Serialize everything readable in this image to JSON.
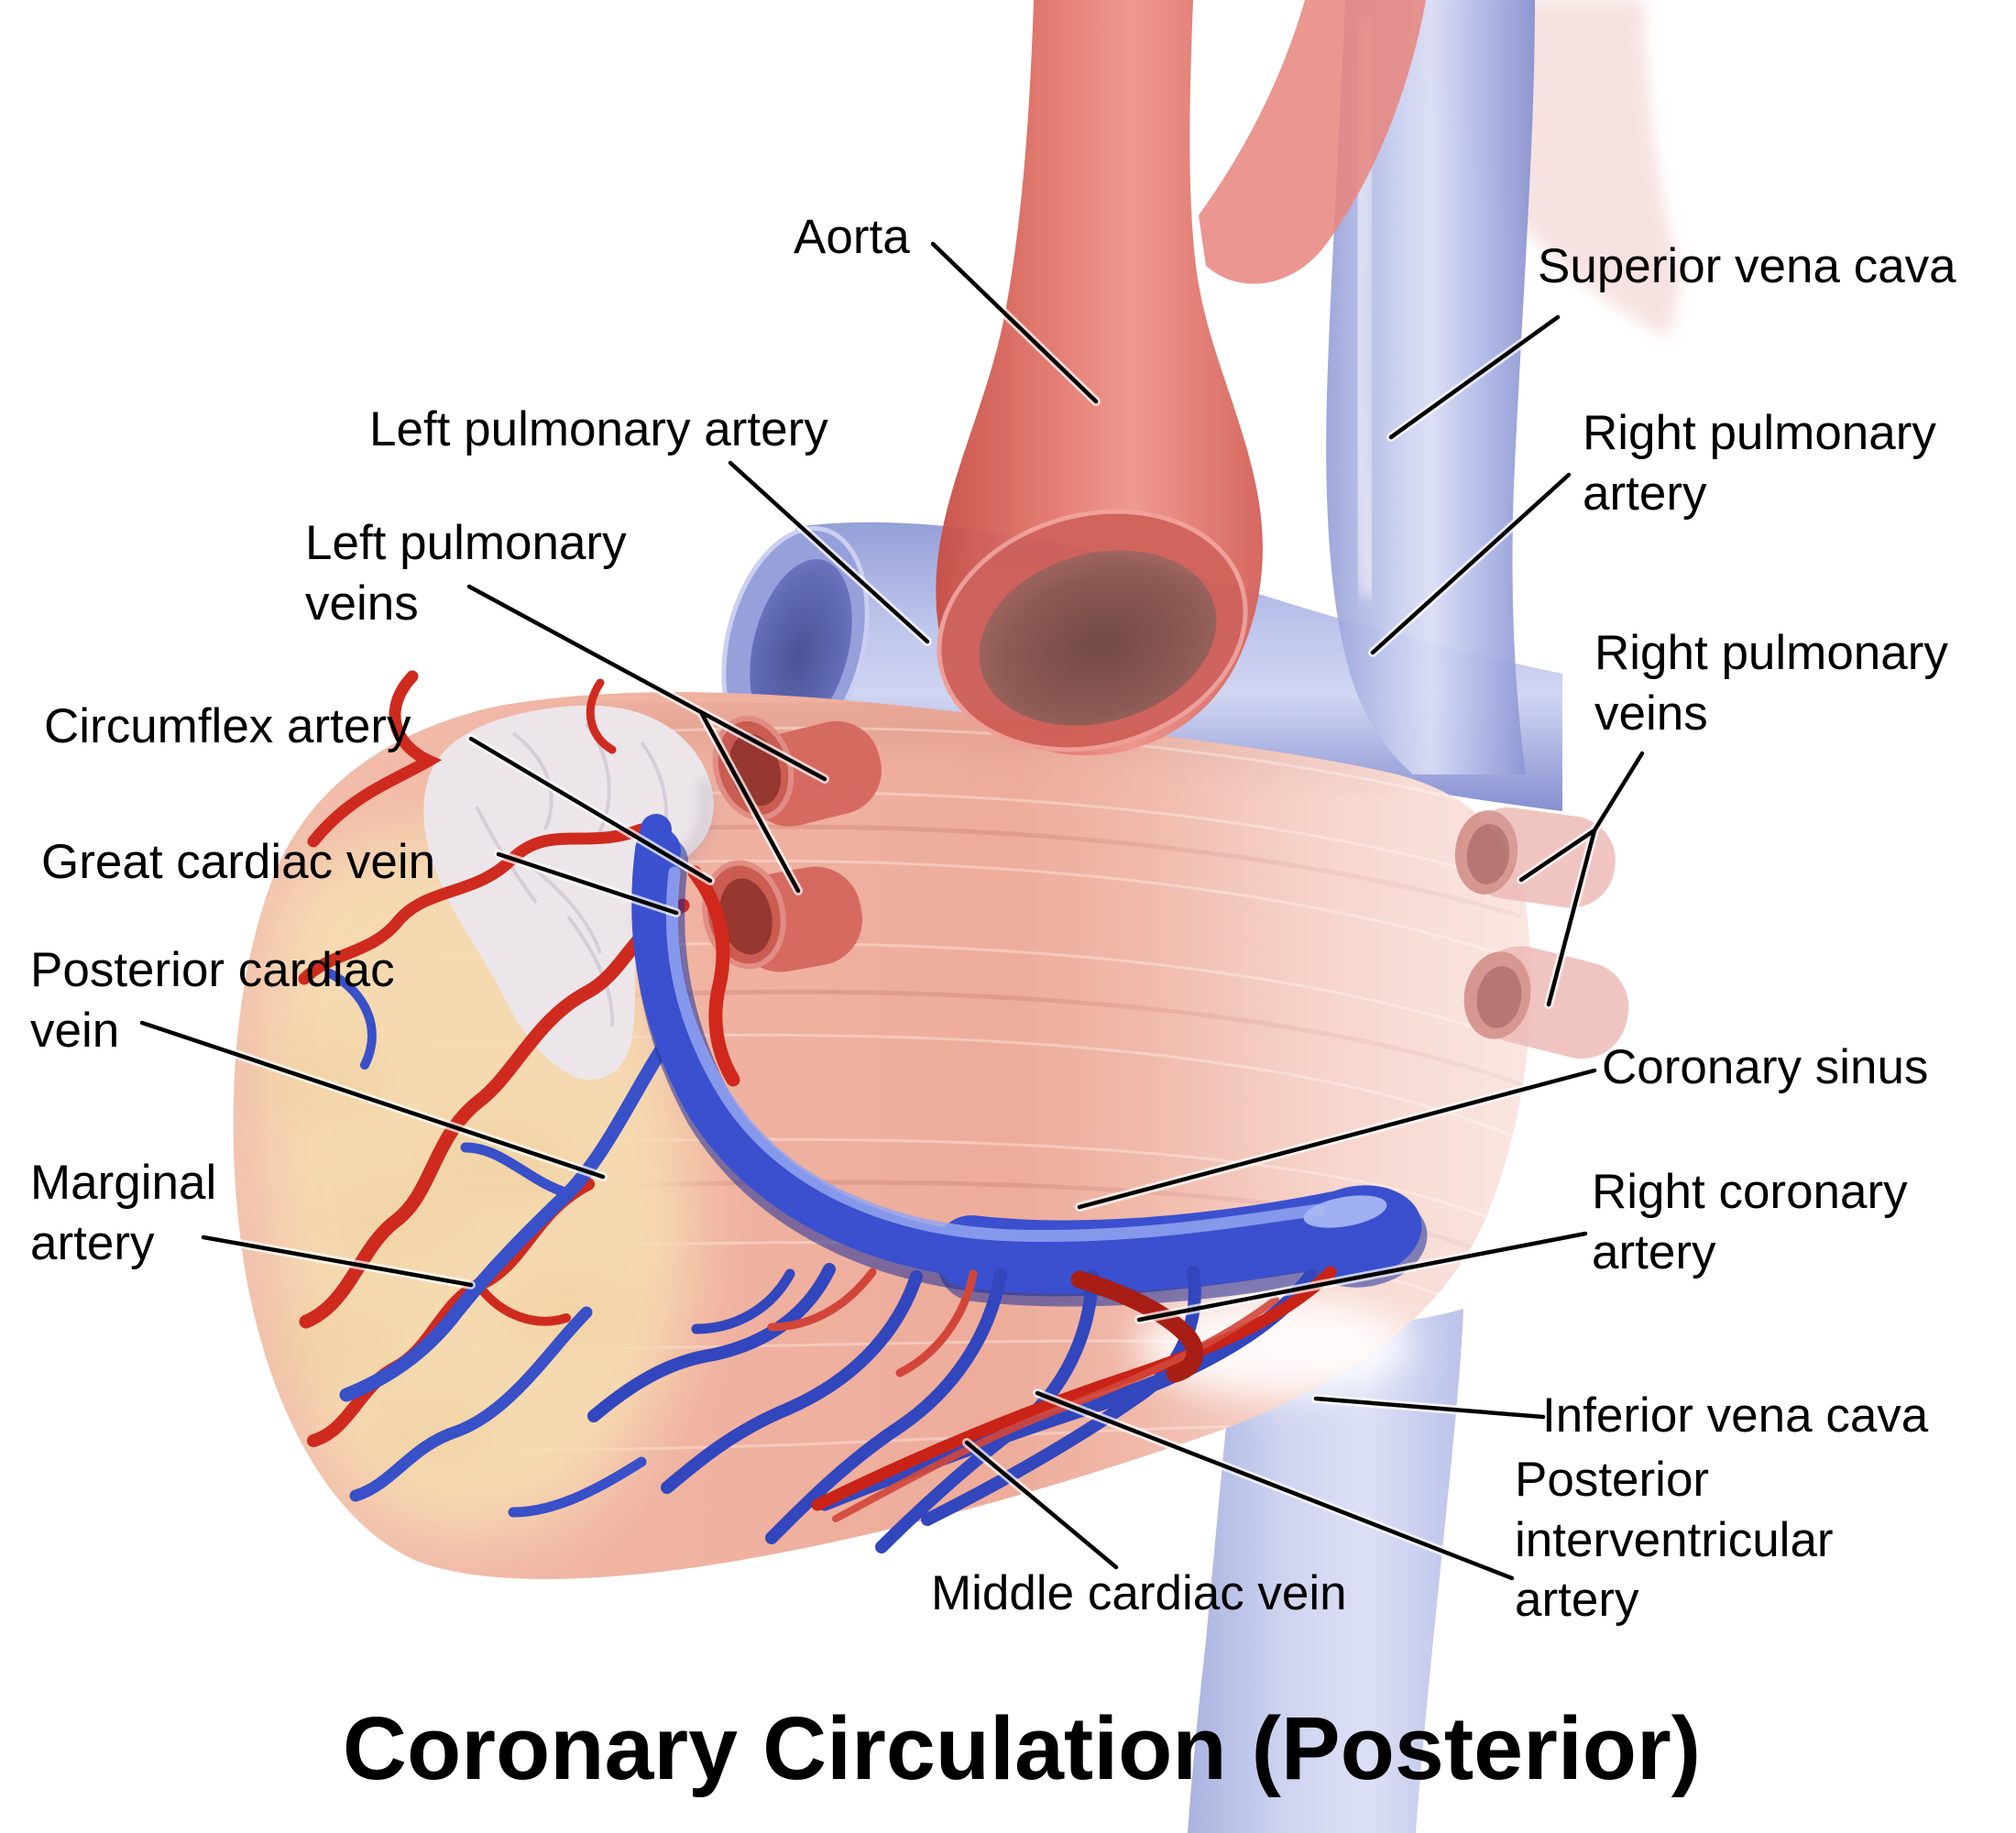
{
  "title": "Coronary Circulation (Posterior)",
  "colors": {
    "artery_red": "#d0271b",
    "vein_blue": "#3a50cf",
    "pale_vessel_blue": "#aab3e2",
    "muscle_pink": "#f0b2a1",
    "fat_yellow": "#f6ddb2",
    "appendage_white": "#ece6ea",
    "label_text": "#000000",
    "background": "#ffffff"
  },
  "labels": {
    "aorta": "Aorta",
    "superior_vena_cava": "Superior vena cava",
    "right_pulmonary_artery": "Right pulmonary\nartery",
    "left_pulmonary_artery": "Left pulmonary artery",
    "left_pulmonary_veins": "Left pulmonary\nveins",
    "circumflex_artery": "Circumflex artery",
    "great_cardiac_vein": "Great cardiac vein",
    "posterior_cardiac_vein": "Posterior cardiac\nvein",
    "marginal_artery": "Marginal\nartery",
    "right_pulmonary_veins": "Right pulmonary\nveins",
    "coronary_sinus": "Coronary sinus",
    "right_coronary_artery": "Right coronary\nartery",
    "inferior_vena_cava": "Inferior vena cava",
    "posterior_interventricular_artery": "Posterior\ninterventricular\nartery",
    "middle_cardiac_vein": "Middle cardiac vein"
  }
}
